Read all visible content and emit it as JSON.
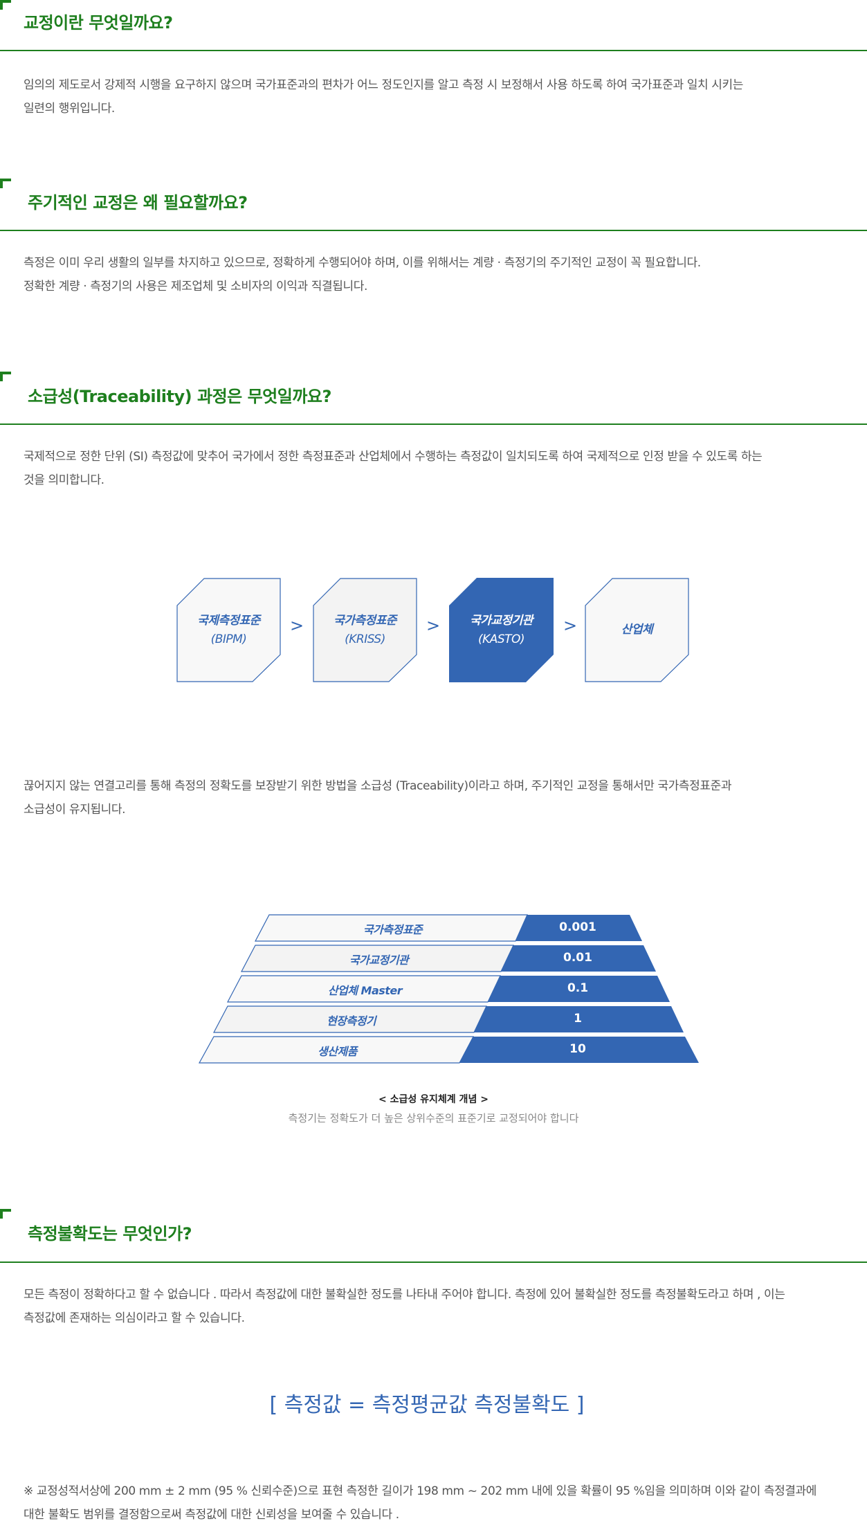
{
  "sections": [
    {
      "heading_a": "교정이란 ",
      "heading_b": "무엇일까요?",
      "lines": [
        "임의의 제도로서 강제적 시행을 요구하지 않으며 국가표준과의 편차가 어느 정도인지를 알고 측정 시 보정해서 사용 하도록 하여 국가표준과 일치 시키는",
        "일련의 행위입니다."
      ]
    },
    {
      "heading_a": "주기적인 교정은 ",
      "heading_b": "왜 필요할까요?",
      "lines": [
        "측정은 이미 우리 생활의 일부를 차지하고 있으므로, 정확하게 수행되어야 하며, 이를 위해서는 계량 · 측정기의 주기적인 교정이 꼭 필요합니다.",
        "정확한 계량 · 측정기의 사용은 제조업체 및 소비자의 이익과 직결됩니다."
      ]
    },
    {
      "heading_a": "소급성(Traceability) ",
      "heading_b": "과정은 무엇일까요?",
      "lines": [
        "국제적으로 정한 단위 (SI) 측정값에 맞추어 국가에서 정한 측정표준과 산업체에서 수행하는 측정값이  일치되도록 하여 국제적으로 인정 받을 수 있도록 하는",
        "것을 의미합니다."
      ]
    },
    {
      "heading_a": "측정불확도는 ",
      "heading_b": "무엇인가?",
      "lines": [
        "모든 측정이 정확하다고 할 수 없습니다 . 따라서 측정값에 대한 불확실한 정도를 나타내 주어야 합니다. 측정에 있어 불확실한 정도를 측정불확도라고 하며 , 이는",
        "측정값에 존재하는 의심이라고 할 수 있습니다."
      ]
    }
  ],
  "flow": {
    "boxes": [
      {
        "name": "국제측정표준",
        "sub": "(BIPM)"
      },
      {
        "name": "국가측정표준",
        "sub": "(KRISS)"
      },
      {
        "name": "국가교정기관",
        "sub": "(KASTO)"
      },
      {
        "name": "산업체",
        "sub": ""
      }
    ],
    "arrow": ">"
  },
  "traceability_text": [
    "끊어지지 않는 연결고리를 통해 측정의 정확도를 보장받기 위한 방법을 소급성 (Traceability)이라고 하며,  주기적인 교정을 통해서만 국가측정표준과",
    "소급성이 유지됩니다."
  ],
  "pyramid": {
    "rows": [
      {
        "label": "국가측정표준",
        "value": "0.001"
      },
      {
        "label": "국가교정기관",
        "value": "0.01"
      },
      {
        "label": "산업체 Master",
        "value": "0.1"
      },
      {
        "label": "현장측정기",
        "value": "1"
      },
      {
        "label": "생산제품",
        "value": "10"
      }
    ],
    "caption_title": "< 소급성 유지체계 개념 >",
    "caption_sub": "측정기는 정확도가 더 높은 상위수준의 표준기로 교정되어야 합니다"
  },
  "formula": "[ 측정값 = 측정평균값 측정불확도 ]",
  "note_lines": [
    "※ 교정성적서상에 200 mm ± 2 mm (95 % 신뢰수준)으로 표현 측정한 길이가 198 mm ~ 202 mm 내에   있을 확률이 95 %임을 의미하며 이와 같이 측정결과에",
    "대한 불확도 범위를 결정함으로써 측정값에 대한 신뢰성을 보여줄 수 있습니다 ."
  ],
  "colors": {
    "green": "#1e7f1e",
    "blue": "#3366b3",
    "box_fill": "#f5f5f5",
    "text": "#555555"
  }
}
